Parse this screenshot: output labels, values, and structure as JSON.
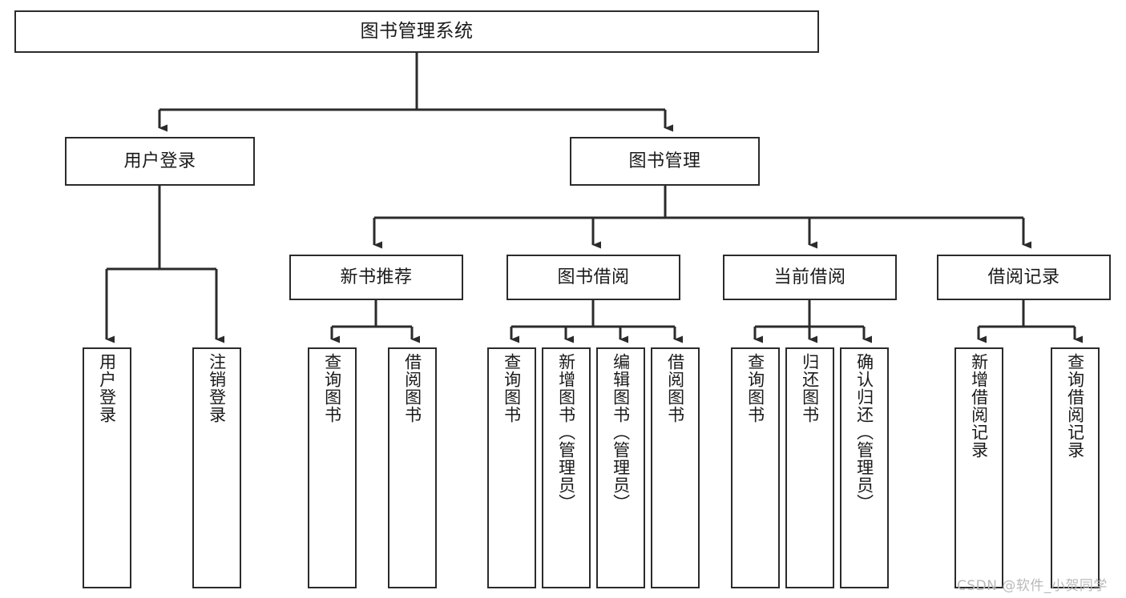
{
  "diagram": {
    "title": "图书管理系统",
    "type": "tree",
    "orientation": "top-down",
    "colors": {
      "box_border": "#2b2b2b",
      "box_fill": "#ffffff",
      "edge": "#2b2b2b",
      "text": "#1a1a1a",
      "watermark": "#b9b9b9",
      "background": "#ffffff"
    },
    "root": {
      "label": "图书管理系统"
    },
    "level1": [
      {
        "label": "用户登录"
      },
      {
        "label": "图书管理"
      }
    ],
    "level2": [
      {
        "label": "新书推荐"
      },
      {
        "label": "图书借阅"
      },
      {
        "label": "当前借阅"
      },
      {
        "label": "借阅记录"
      }
    ],
    "leaves": {
      "user_login": [
        {
          "label": "用户登录"
        },
        {
          "label": "注销登录"
        }
      ],
      "new_book_recommend": [
        {
          "label": "查询图书"
        },
        {
          "label": "借阅图书"
        }
      ],
      "book_borrow": [
        {
          "label": "查询图书"
        },
        {
          "label": "新增图书（管理员）"
        },
        {
          "label": "编辑图书（管理员）"
        },
        {
          "label": "借阅图书"
        }
      ],
      "current_borrow": [
        {
          "label": "查询图书"
        },
        {
          "label": "归还图书"
        },
        {
          "label": "确认归还（管理员）"
        }
      ],
      "borrow_record": [
        {
          "label": "新增借阅记录"
        },
        {
          "label": "查询借阅记录"
        }
      ]
    },
    "watermark": "CSDN @软件_小贺同学"
  }
}
